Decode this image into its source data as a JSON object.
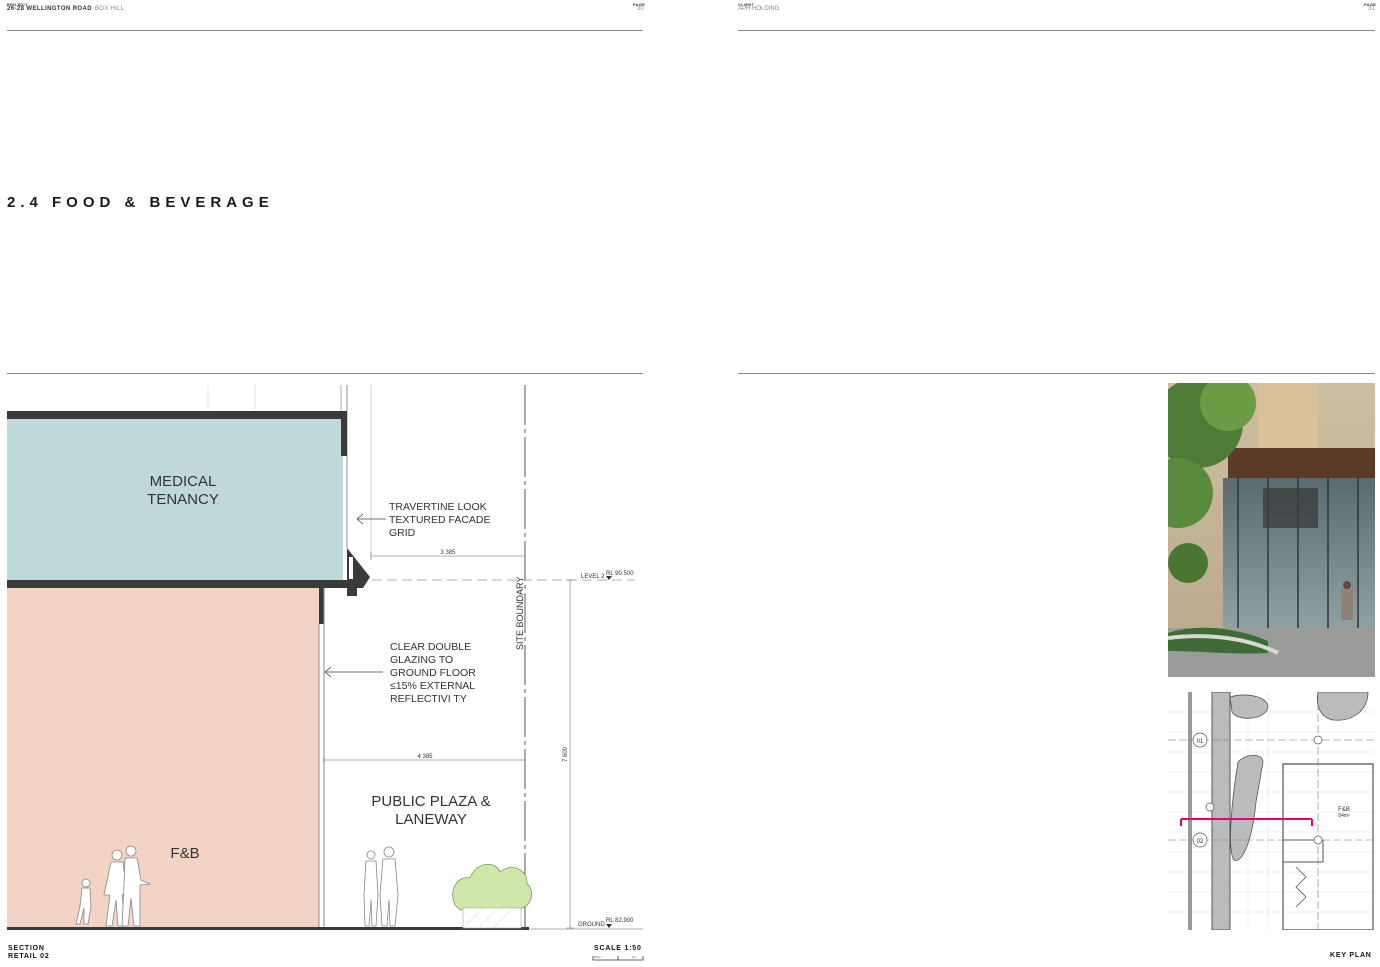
{
  "left_page": {
    "header": {
      "project_caption": "PROJECT",
      "project_name": "26-28 WELLINGTON ROAD",
      "project_location": "BOX HILL",
      "page_caption": "PAGE",
      "page_number": "30"
    },
    "section_title": "2.4 FOOD & BEVERAGE",
    "footer": {
      "section_line1": "SECTION",
      "section_line2": "RETAIL 02",
      "scale_label": "SCALE 1:50",
      "scale_left": "0.5m",
      "scale_right": "1m"
    }
  },
  "right_page": {
    "header": {
      "client_caption": "CLIENT",
      "client_name": "APH HOLDING",
      "page_caption": "PAGE",
      "page_number": "31"
    },
    "footer": {
      "key_plan_label": "KEY PLAN"
    }
  },
  "section_drawing": {
    "medical_label_1": "MEDICAL",
    "medical_label_2": "TENANCY",
    "fb_label": "F&B",
    "plaza_label_1": "PUBLIC PLAZA &",
    "plaza_label_2": "LANEWAY",
    "facade_note_1": "TRAVERTINE LOOK",
    "facade_note_2": "TEXTURED FACADE",
    "facade_note_3": "GRID",
    "glazing_note_1": "CLEAR DOUBLE",
    "glazing_note_2": "GLAZING TO",
    "glazing_note_3": "GROUND FLOOR",
    "glazing_note_4": "≤15% EXTERNAL",
    "glazing_note_5": "REFLECTIVI TY",
    "dim_upper": "3 385",
    "dim_lower": "4 385",
    "dim_height": "7 600",
    "site_boundary": "SITE BOUNDARY",
    "level2_label": "LEVEL 2",
    "level2_rl": "RL 90.500",
    "ground_label": "GROUND",
    "ground_rl": "RL 82.900"
  },
  "key_plan": {
    "grid_01": "01",
    "grid_02": "02",
    "fb_label": "F&B",
    "fb_area": "84m²"
  },
  "colors": {
    "medical_fill": "#bfd9db",
    "fb_fill": "#f3d3c4",
    "slab": "#3a3a3a",
    "section_cut": "#e6007e",
    "planting": "#cfe7a8"
  }
}
